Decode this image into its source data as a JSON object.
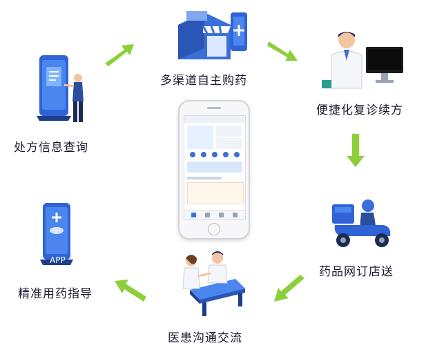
{
  "nodes": [
    {
      "id": "prescription",
      "label": "处方信息查询",
      "icon": "hand-touch-phone-icon"
    },
    {
      "id": "multichannel",
      "label": "多渠道自主购药",
      "icon": "pharmacy-store-icon"
    },
    {
      "id": "followup",
      "label": "便捷化复诊续方",
      "icon": "doctor-monitor-icon"
    },
    {
      "id": "delivery",
      "label": "药品网订店送",
      "icon": "delivery-scooter-icon"
    },
    {
      "id": "communication",
      "label": "医患沟通交流",
      "icon": "doctor-patient-desk-icon"
    },
    {
      "id": "guidance",
      "label": "精准用药指导",
      "icon": "app-phone-icon"
    }
  ],
  "app_phone_text": "APP",
  "colors": {
    "arrow": "#8ccf3a",
    "primary_blue": "#3a6fd8",
    "dark_blue": "#1d3e8c",
    "text": "#1a1a2e"
  }
}
